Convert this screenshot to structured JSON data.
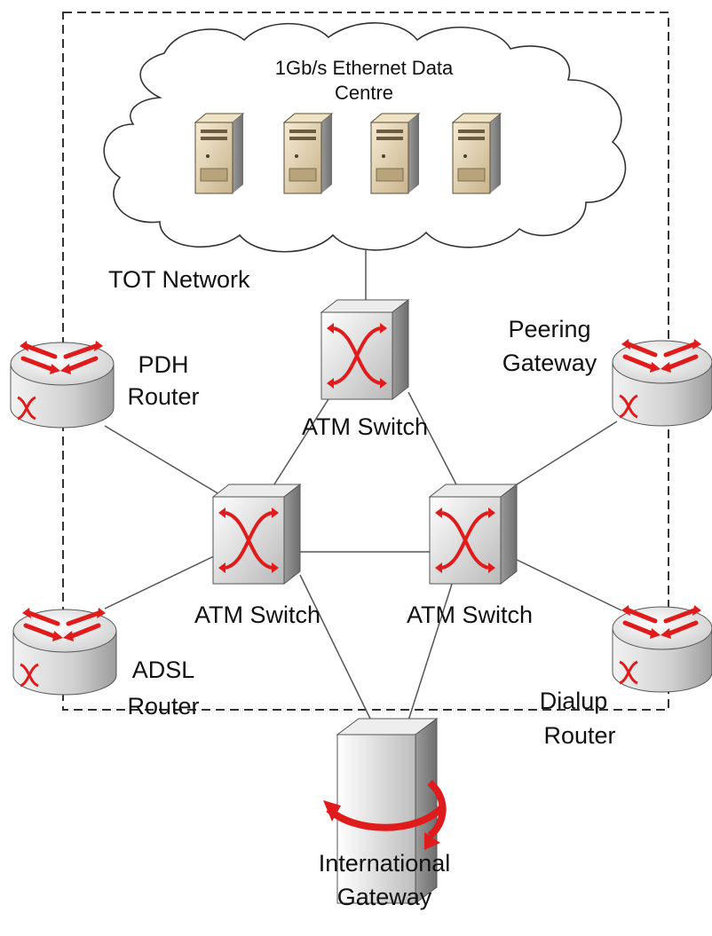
{
  "diagram": {
    "data_centre_label": {
      "line1": "1Gb/s Ethernet Data",
      "line2": "Centre"
    },
    "network_label": "TOT Network",
    "atm_switch_label": "ATM Switch",
    "pdh_router": {
      "line1": "PDH",
      "line2": "Router"
    },
    "peering_gateway": {
      "line1": "Peering",
      "line2": "Gateway"
    },
    "adsl_router": {
      "line1": "ADSL",
      "line2": "Router"
    },
    "dialup_router": {
      "line1": "Dialup",
      "line2": "Router"
    },
    "international_gateway": {
      "line1": "International",
      "line2": "Gateway"
    }
  },
  "colors": {
    "accent_red": "#e01b1b",
    "server_beige": "#d9c6a0",
    "device_gray": "#d4d4d4",
    "line": "#555555",
    "border_dash": "#333333"
  }
}
